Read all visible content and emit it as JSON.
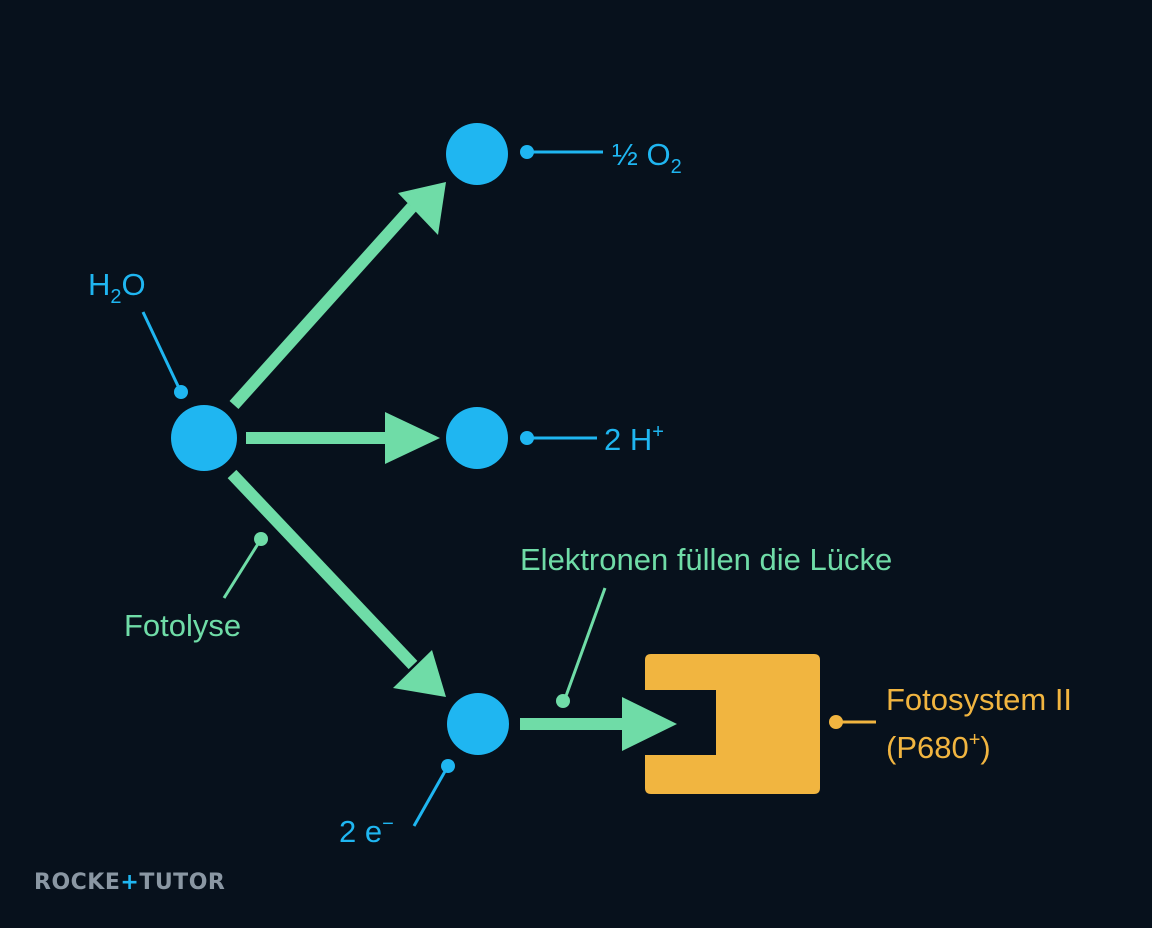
{
  "nodes": {
    "water": {
      "label": "H",
      "sub": "2",
      "tail": "O"
    },
    "oxygen": {
      "label": "½ O",
      "sub": "2"
    },
    "protons": {
      "label": "2 H",
      "sup": "+"
    },
    "electrons": {
      "label": "2 e",
      "sup": "−"
    }
  },
  "annotations": {
    "fotolyse": "Fotolyse",
    "elektronen": "Elektronen füllen die Lücke"
  },
  "photosystem": {
    "line1": "Fotosystem II",
    "line2_open": "(P680",
    "line2_sup": "+",
    "line2_close": ")"
  },
  "logo": {
    "left": "ROCKE",
    "plus": "+",
    "right": "TUTOR"
  },
  "colors": {
    "background": "#07111c",
    "node": "#1fb6f1",
    "arrow": "#6fdca7",
    "photosystem": "#f1b540"
  }
}
